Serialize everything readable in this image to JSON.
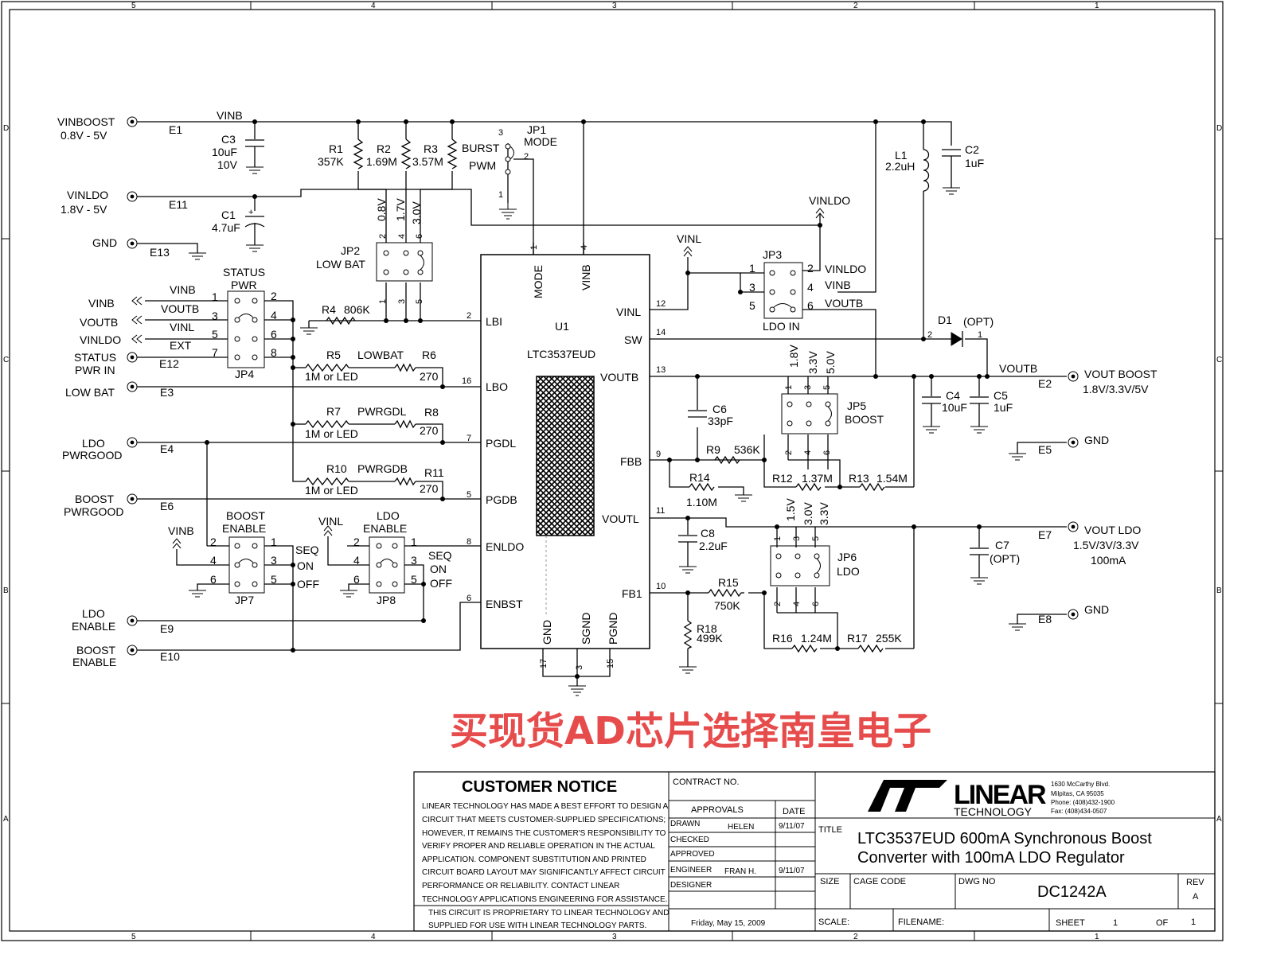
{
  "border": {
    "top_zones": [
      "5",
      "4",
      "3",
      "2",
      "1"
    ],
    "bottom_zones": [
      "5",
      "4",
      "3",
      "2",
      "1"
    ],
    "left_zones": [
      "D",
      "C",
      "B",
      "A"
    ],
    "right_zones": [
      "D",
      "C",
      "B",
      "A"
    ]
  },
  "connectors": {
    "vinboost": "VINBOOST",
    "vinboost_range": "0.8V - 5V",
    "e1": "E1",
    "vinldo": "VINLDO",
    "vinldo_range": "1.8V - 5V",
    "e11": "E11",
    "gnd": "GND",
    "e13": "E13",
    "vinb": "VINB",
    "voutb": "VOUTB",
    "vinldo2": "VINLDO",
    "status_pwr_in": "STATUS",
    "status_pwr_in2": "PWR IN",
    "e12": "E12",
    "low_bat": "LOW BAT",
    "e3": "E3",
    "ldo_pwrgood": "LDO",
    "ldo_pwrgood2": "PWRGOOD",
    "e4": "E4",
    "boost_pwrgood": "BOOST",
    "boost_pwrgood2": "PWRGOOD",
    "e6": "E6",
    "ldo_enable": "LDO",
    "ldo_enable2": "ENABLE",
    "e9": "E9",
    "boost_enable": "BOOST",
    "boost_enable2": "ENABLE",
    "e10": "E10",
    "vout_boost": "VOUT BOOST",
    "vout_boost_range": "1.8V/3.3V/5V",
    "e2": "E2",
    "gnd_e5": "GND",
    "e5": "E5",
    "vout_ldo": "VOUT LDO",
    "vout_ldo_range": "1.5V/3V/3.3V",
    "vout_ldo_current": "100mA",
    "e7": "E7",
    "gnd_e8": "GND",
    "e8": "E8"
  },
  "nets": {
    "vinb_top": "VINB",
    "vinldo_flag": "VINLDO",
    "vinl_flag": "VINL",
    "voutb_net": "VOUTB",
    "vinb_jp7": "VINB",
    "vinl_jp8": "VINL"
  },
  "components": {
    "c3": "C3",
    "c3_val": "10uF",
    "c3_v": "10V",
    "c1": "C1",
    "c1_val": "4.7uF",
    "r1": "R1",
    "r1_val": "357K",
    "r2": "R2",
    "r2_val": "1.69M",
    "r3": "R3",
    "r3_val": "3.57M",
    "jp1": "JP1",
    "jp1_name": "MODE",
    "burst": "BURST",
    "pwm": "PWM",
    "jp2": "JP2",
    "jp2_name": "LOW BAT",
    "v08": "0.8V",
    "v17": "1.7V",
    "v30": "3.0V",
    "r4": "R4",
    "r4_val": "806K",
    "jp4": "JP4",
    "jp4_title1": "STATUS",
    "jp4_title2": "PWR",
    "jp4_vinb": "VINB",
    "jp4_voutb": "VOUTB",
    "jp4_vinl": "VINL",
    "jp4_ext": "EXT",
    "r5": "R5",
    "lowbat": "LOWBAT",
    "r6": "R6",
    "r5_val": "1M or LED",
    "r6_val": "270",
    "r7": "R7",
    "pwrgdl": "PWRGDL",
    "r8": "R8",
    "r7_val": "1M or LED",
    "r8_val": "270",
    "r10": "R10",
    "pwrgdb": "PWRGDB",
    "r11": "R11",
    "r10_val": "1M or LED",
    "r11_val": "270",
    "jp7": "JP7",
    "jp7_t1": "BOOST",
    "jp7_t2": "ENABLE",
    "jp8": "JP8",
    "jp8_t1": "LDO",
    "jp8_t2": "ENABLE",
    "seq": "SEQ",
    "on": "ON",
    "off": "OFF",
    "u1": "U1",
    "u1_part": "LTC3537EUD",
    "l1": "L1",
    "l1_val": "2.2uH",
    "c2": "C2",
    "c2_val": "1uF",
    "jp3": "JP3",
    "jp3_name": "LDO IN",
    "jp3_vinldo": "VINLDO",
    "jp3_vinb": "VINB",
    "jp3_voutb": "VOUTB",
    "d1": "D1",
    "d1_opt": "(OPT)",
    "c4": "C4",
    "c4_val": "10uF",
    "c5": "C5",
    "c5_val": "1uF",
    "c6": "C6",
    "c6_val": "33pF",
    "jp5": "JP5",
    "jp5_name": "BOOST",
    "v18": "1.8V",
    "v33": "3.3V",
    "v50": "5.0V",
    "r9": "R9",
    "r9_val": "536K",
    "r14": "R14",
    "r14_val": "1.10M",
    "r12": "R12",
    "r12_val": "1.37M",
    "r13": "R13",
    "r13_val": "1.54M",
    "c8": "C8",
    "c8_val": "2.2uF",
    "c7": "C7",
    "c7_opt": "(OPT)",
    "jp6": "JP6",
    "jp6_name": "LDO",
    "v15": "1.5V",
    "v30b": "3.0V",
    "v33b": "3.3V",
    "r15": "R15",
    "r15_val": "750K",
    "r18": "R18",
    "r18_val": "499K",
    "r16": "R16",
    "r16_val": "1.24M",
    "r17": "R17",
    "r17_val": "255K"
  },
  "u1_pins": {
    "mode": "MODE",
    "vinb": "VINB",
    "lbi": "LBI",
    "lbo": "LBO",
    "pgdl": "PGDL",
    "pgdb": "PGDB",
    "enldo": "ENLDO",
    "enbst": "ENBST",
    "vinl": "VINL",
    "sw": "SW",
    "voutb": "VOUTB",
    "fbb": "FBB",
    "voutl": "VOUTL",
    "fb1": "FB1",
    "gnd": "GND",
    "sgnd": "SGND",
    "pgnd": "PGND"
  },
  "watermark": "买现货AD芯片选择南皇电子",
  "title_block": {
    "notice_title": "CUSTOMER NOTICE",
    "notice_lines": [
      "LINEAR TECHNOLOGY HAS MADE A BEST EFFORT TO DESIGN A",
      "CIRCUIT THAT MEETS CUSTOMER-SUPPLIED SPECIFICATIONS;",
      "HOWEVER, IT REMAINS THE CUSTOMER'S RESPONSIBILITY TO",
      "VERIFY PROPER AND RELIABLE OPERATION IN THE ACTUAL",
      "APPLICATION.  COMPONENT SUBSTITUTION AND PRINTED",
      "CIRCUIT BOARD LAYOUT MAY SIGNIFICANTLY AFFECT CIRCUIT",
      "PERFORMANCE OR RELIABILITY.  CONTACT LINEAR",
      "TECHNOLOGY APPLICATIONS ENGINEERING FOR ASSISTANCE."
    ],
    "proprietary_1": "THIS CIRCUIT IS PROPRIETARY TO LINEAR TECHNOLOGY AND",
    "proprietary_2": "SUPPLIED FOR USE WITH LINEAR TECHNOLOGY PARTS.",
    "contract_no": "CONTRACT NO.",
    "approvals": "APPROVALS",
    "date": "DATE",
    "drawn": "DRAWN",
    "drawn_by": "HELEN",
    "drawn_date": "9/11/07",
    "checked": "CHECKED",
    "approved": "APPROVED",
    "engineer": "ENGINEER",
    "engineer_name": "FRAN H.",
    "engineer_date": "9/11/07",
    "designer": "DESIGNER",
    "print_date": "Friday, May 15, 2009",
    "company": "LINEAR",
    "company_sub": "TECHNOLOGY",
    "address_1": "1630 McCarthy Blvd.",
    "address_2": "Milpitas, CA 95035",
    "phone": "Phone: (408)432-1900",
    "fax": "Fax: (408)434-0507",
    "title_label": "TITLE",
    "title_line1": "LTC3537EUD    600mA Synchronous Boost",
    "title_line2": "Converter with 100mA LDO Regulator",
    "size": "SIZE",
    "cage_code": "CAGE CODE",
    "dwg_no": "DWG NO",
    "dwg_no_value": "DC1242A",
    "rev": "REV",
    "rev_value": "A",
    "scale": "SCALE:",
    "filename": "FILENAME:",
    "sheet": "SHEET",
    "sheet_value": "1",
    "of": "OF",
    "of_value": "1"
  }
}
